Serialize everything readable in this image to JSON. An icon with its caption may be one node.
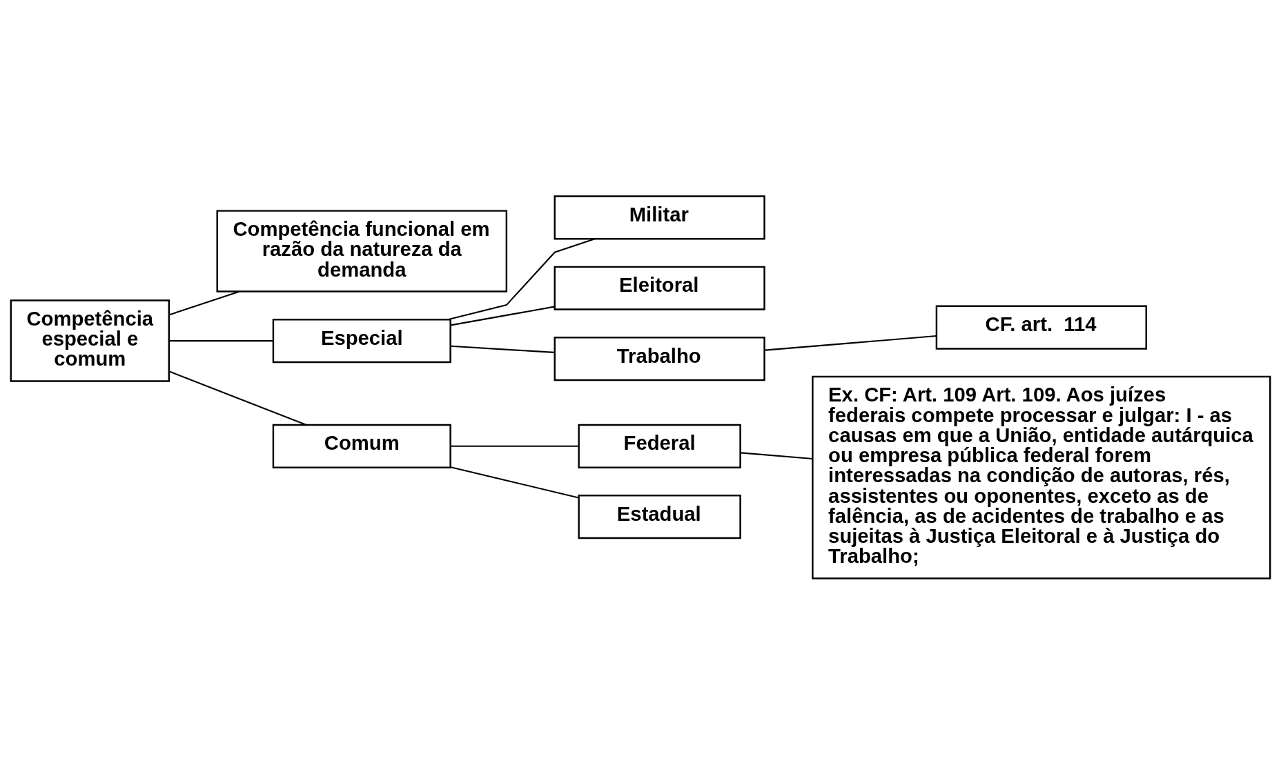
{
  "diagram": {
    "nodes": [
      {
        "text": [
          "Competência funcional em razão da natureza da demanda"
        ]
      },
      {
        "text": [
          "Competência especial e comum"
        ]
      },
      {
        "text": [
          "Especial"
        ]
      },
      {
        "text": [
          "Comum"
        ]
      },
      {
        "text": [
          "Militar"
        ]
      },
      {
        "text": [
          "Eleitoral"
        ]
      },
      {
        "text": [
          "Trabalho"
        ]
      },
      {
        "text": [
          "CF. art.  114"
        ]
      },
      {
        "text": [
          "Federal"
        ]
      },
      {
        "text": [
          "Estadual"
        ]
      },
      {
        "text": [
          "Ex. CF: Art. 109 Art. 109. Aos juízes federais compete processar e julgar: I - as causas em que a União, entidade autárquica ou empresa pública federal forem interessadas na condição de autoras, rés, assistentes ou oponentes, exceto as de falência, as de acidentes de trabalho e as sujeitas à Justiça Eleitoral e à Justiça do Trabalho;"
        ]
      }
    ],
    "edges": [
      {
        "from": 1,
        "to": 0,
        "arrow": "none"
      },
      {
        "from": 1,
        "to": 2,
        "arrow": "none"
      },
      {
        "from": 1,
        "to": 3,
        "arrow": "none"
      },
      {
        "from": 2,
        "to": 4,
        "arrow": "none"
      },
      {
        "from": 2,
        "to": 5,
        "arrow": "none"
      },
      {
        "from": 2,
        "to": 6,
        "arrow": "none"
      },
      {
        "from": 6,
        "to": 7,
        "arrow": "none"
      },
      {
        "from": 3,
        "to": 8,
        "arrow": "none"
      },
      {
        "from": 3,
        "to": 9,
        "arrow": "none"
      },
      {
        "from": 8,
        "to": 10,
        "arrow": "none"
      }
    ]
  }
}
